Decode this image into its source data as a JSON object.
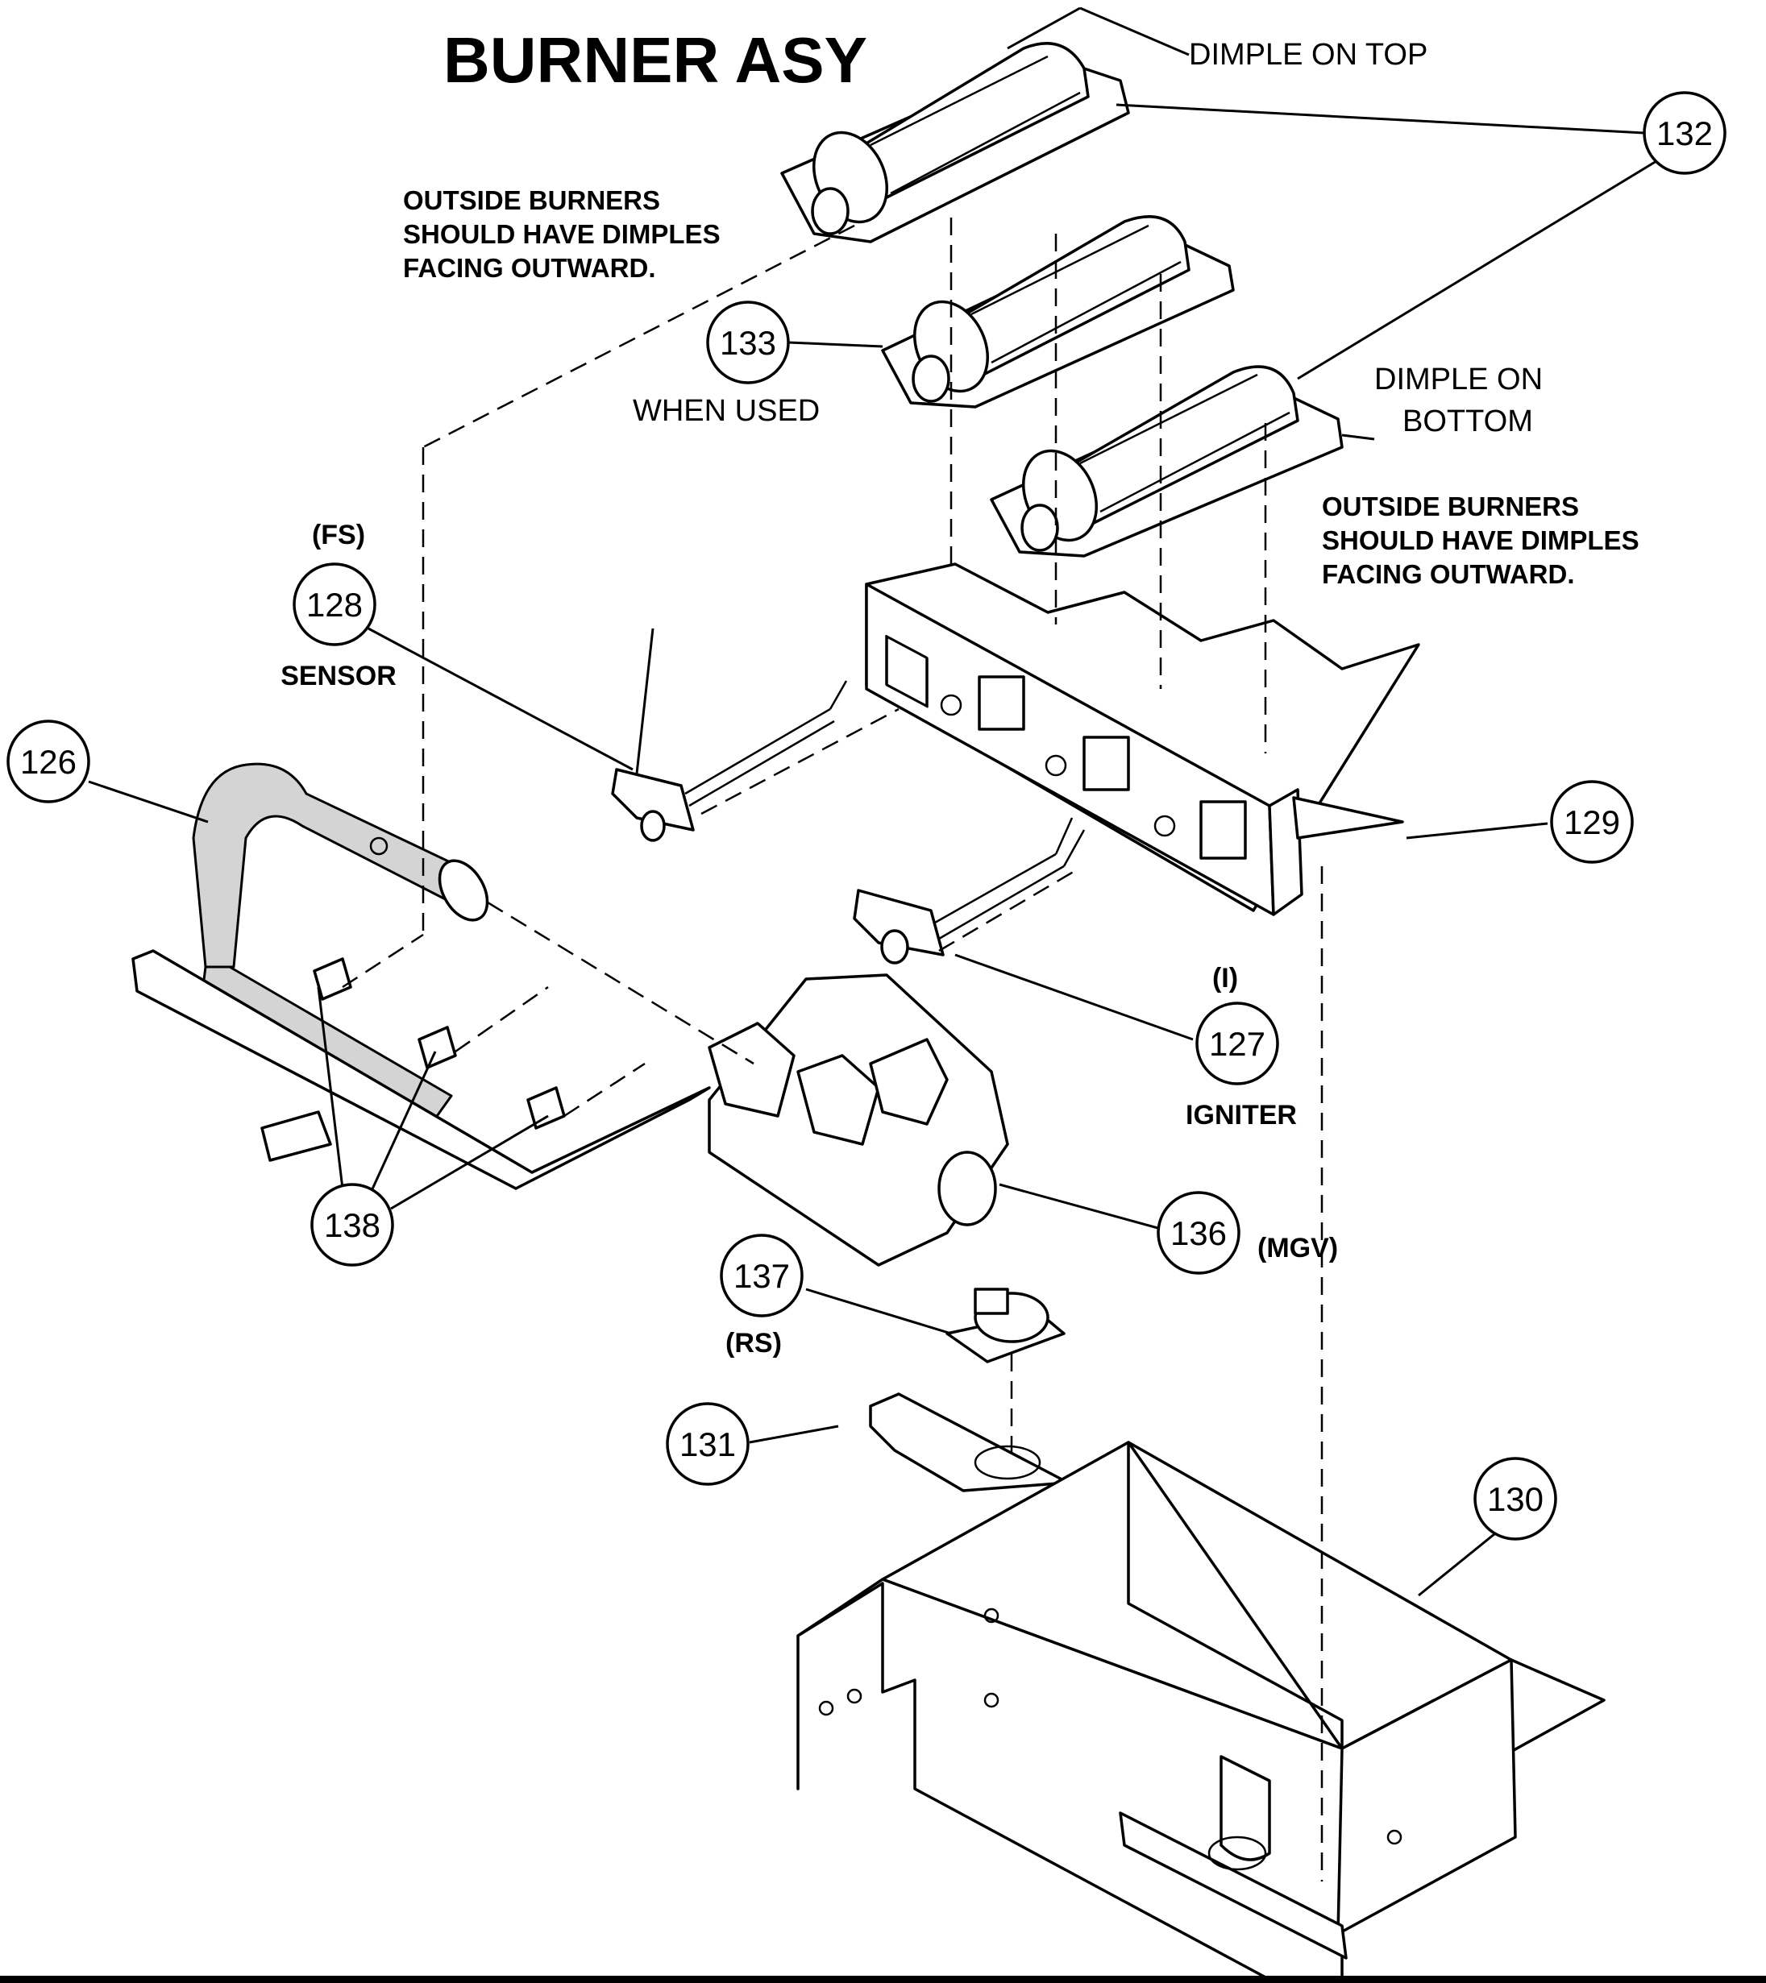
{
  "title": "BURNER ASY",
  "notes": {
    "dimple_top": "DIMPLE ON TOP",
    "dimple_bottom_1": "DIMPLE ON",
    "dimple_bottom_2": "BOTTOM",
    "outside_left": [
      "OUTSIDE BURNERS",
      "SHOULD HAVE DIMPLES",
      "FACING OUTWARD."
    ],
    "outside_right": [
      "OUTSIDE BURNERS",
      "SHOULD HAVE DIMPLES",
      "FACING OUTWARD."
    ],
    "when_used": "WHEN USED"
  },
  "callouts": [
    {
      "num": "132"
    },
    {
      "num": "133"
    },
    {
      "num": "128",
      "above": "(FS)",
      "below": "SENSOR"
    },
    {
      "num": "126"
    },
    {
      "num": "129"
    },
    {
      "num": "127",
      "above": "(I)",
      "below": "IGNITER"
    },
    {
      "num": "138"
    },
    {
      "num": "136",
      "right": "(MGV)"
    },
    {
      "num": "137",
      "below": "(RS)"
    },
    {
      "num": "131"
    },
    {
      "num": "130"
    }
  ]
}
